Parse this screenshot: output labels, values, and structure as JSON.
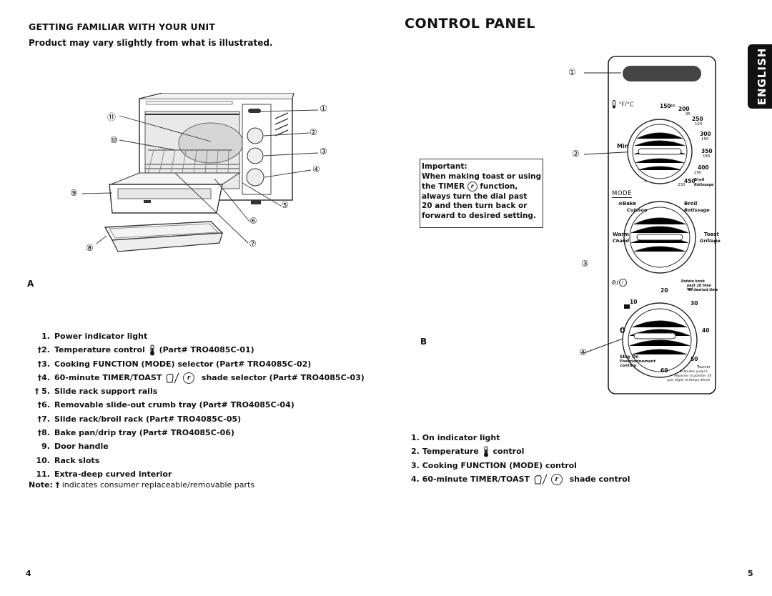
{
  "left": {
    "heading": "GETTING FAMILIAR WITH YOUR UNIT",
    "subheading": "Product may vary slightly from what is illustrated.",
    "figure_label": "A",
    "parts": [
      {
        "num": "1.",
        "text": "Power indicator light"
      },
      {
        "num": "†2.",
        "text": "Temperature control",
        "suffix": "(Part# TRO4085C-01)"
      },
      {
        "num": "†3.",
        "text": "Cooking FUNCTION (MODE) selector (Part# TRO4085C-02)"
      },
      {
        "num": "†4.",
        "text": "60-minute TIMER/TOAST",
        "suffix": "shade selector (Part# TRO4085C-03)"
      },
      {
        "num": "† 5.",
        "text": "Slide rack support rails"
      },
      {
        "num": "†6.",
        "text": "Removable slide-out crumb tray  (Part# TRO4085C-04)"
      },
      {
        "num": "†7.",
        "text": "Slide rack/broil rack (Part# TRO4085C-05)"
      },
      {
        "num": "†8.",
        "text": "Bake pan/drip tray (Part# TRO4085C-06)"
      },
      {
        "num": "9.",
        "text": "Door handle"
      },
      {
        "num": "10.",
        "text": "Rack slots"
      },
      {
        "num": "11.",
        "text": "Extra-deep curved interior"
      }
    ],
    "note_label": "Note: †",
    "note_text": " indicates consumer replaceable/removable parts",
    "callouts": [
      "①",
      "②",
      "③",
      "④",
      "⑤",
      "⑥",
      "⑦",
      "⑧",
      "⑨",
      "⑩",
      "⑪"
    ],
    "page_number": "4"
  },
  "right": {
    "heading": "CONTROL PANEL",
    "tab": "ENGLISH",
    "figure_label": "B",
    "important": {
      "title": "Important:",
      "line1": "When making toast or using",
      "line2a": "the TIMER",
      "line2b": "function,",
      "line3": "always turn the dial past",
      "line4": "20 and then turn back or",
      "line5": "forward to desired setting."
    },
    "controls": [
      {
        "num": "1.",
        "text": "On indicator light"
      },
      {
        "num": "2.",
        "text": "Temperature",
        "suffix": "control"
      },
      {
        "num": "3.",
        "text": "Cooking FUNCTION (MODE) control"
      },
      {
        "num": "4.",
        "text": "60-minute TIMER/TOAST",
        "suffix": "shade control"
      }
    ],
    "panel": {
      "temp_unit": "°F/°C",
      "temp_ticks": [
        "150",
        "65",
        "200",
        "95",
        "250",
        "120",
        "300",
        "150",
        "350",
        "180",
        "400",
        "200",
        "450",
        "230"
      ],
      "min": "Min",
      "broil1": "Broil",
      "broil2": "Rôtissage",
      "mode": "MODE",
      "bake": "Bake",
      "cuisson": "Cuisson",
      "broil_mode": "Broil",
      "rotissage": "Rotissage",
      "warm": "Warm",
      "chaud": "Chaud",
      "toast": "Toast",
      "grillage": "Grillage",
      "rotate1": "Rotate knob",
      "rotate2": "past 20 then set",
      "rotate3": "to desired time",
      "t20": "20",
      "t10": "10",
      "t30": "30",
      "t40": "40",
      "t50": "50",
      "t60": "60",
      "t0": "0",
      "stay_on": "Stay On",
      "fonc": "Fonctionnement",
      "continu": "continu",
      "tourner": "Tourner",
      "fr1": "le bouton jusqu'à",
      "fr2": "dépasser la position 20",
      "fr3": "puis régler le temps désiré",
      "callouts": [
        "①",
        "②",
        "③",
        "④"
      ]
    },
    "page_number": "5"
  }
}
